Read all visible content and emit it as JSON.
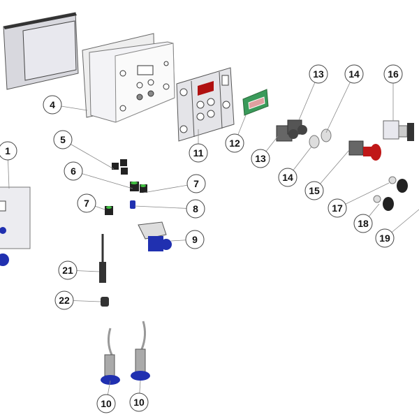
{
  "diagram": {
    "type": "exploded-parts-view",
    "callouts": [
      "1",
      "4",
      "5",
      "6",
      "7",
      "7",
      "8",
      "9",
      "10",
      "10",
      "11",
      "12",
      "13",
      "13",
      "14",
      "14",
      "15",
      "16",
      "17",
      "18",
      "19",
      "21",
      "22"
    ],
    "colors": {
      "display": "#b01010",
      "pcb": "#3a9a5a",
      "estop": "#c01818",
      "gland_accent": "#40c040",
      "connector_blue": "#2030b0"
    }
  }
}
